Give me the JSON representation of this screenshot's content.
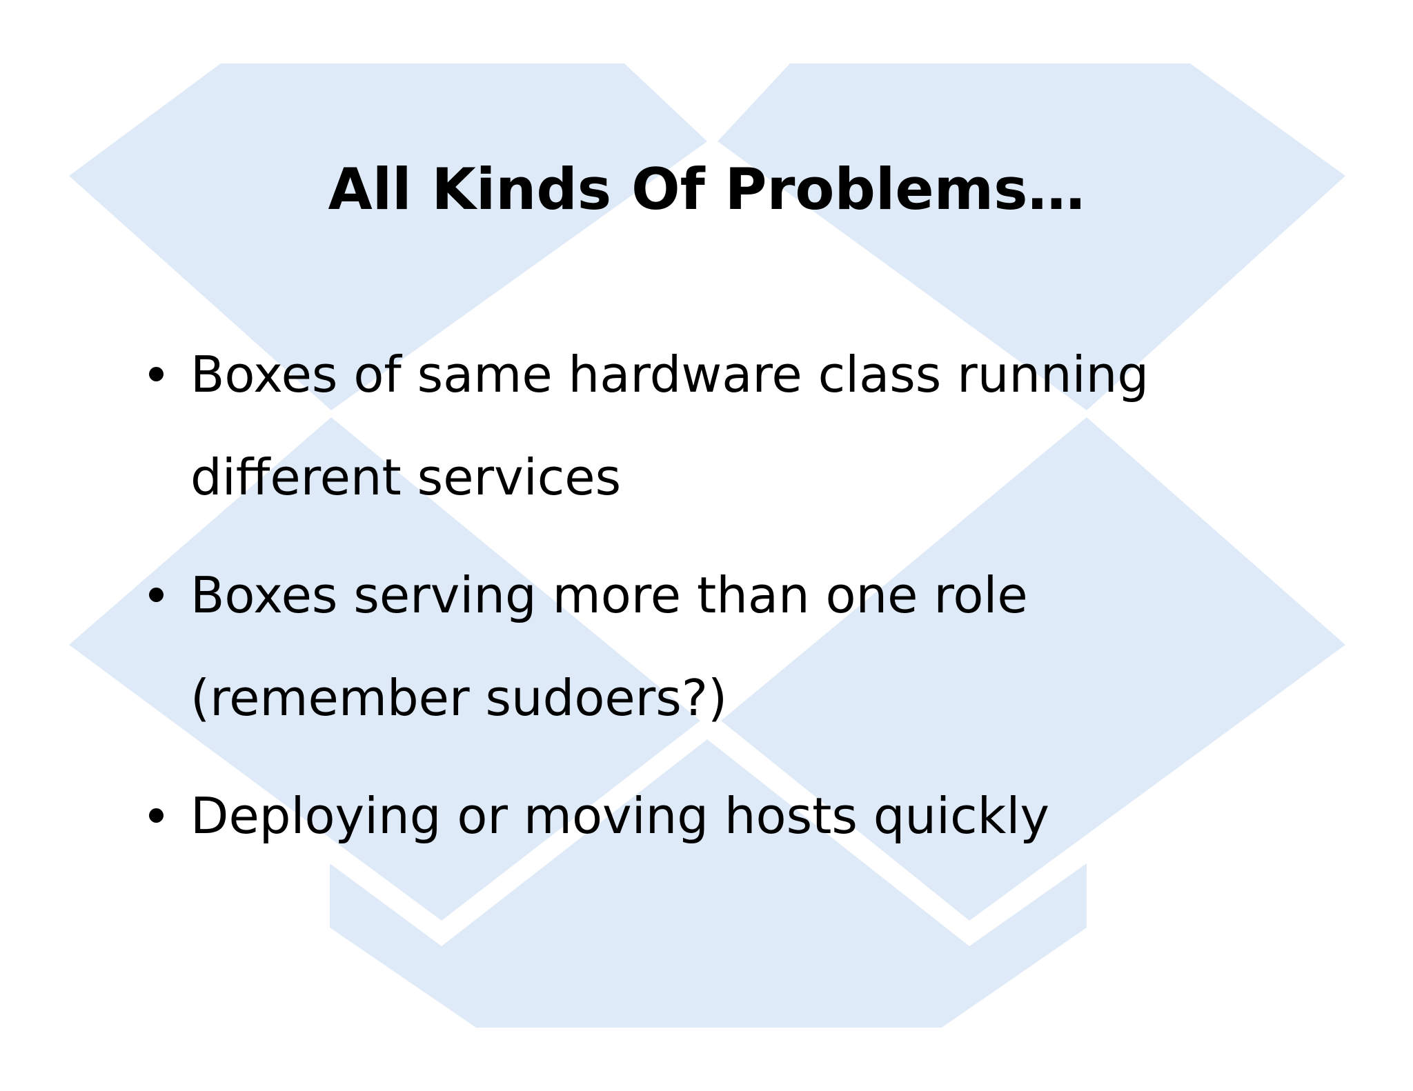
{
  "slide": {
    "title": "All Kinds Of Problems…",
    "bullets": [
      "Boxes of same hardware class running different services",
      "Boxes serving more than one role (remember sudoers?)",
      "Deploying or moving hosts quickly"
    ]
  },
  "colors": {
    "background": "#ffffff",
    "logo_fill": "#dfeaf8",
    "text": "#000000"
  },
  "icons": {
    "background_logo": "open-box-logo-icon"
  }
}
